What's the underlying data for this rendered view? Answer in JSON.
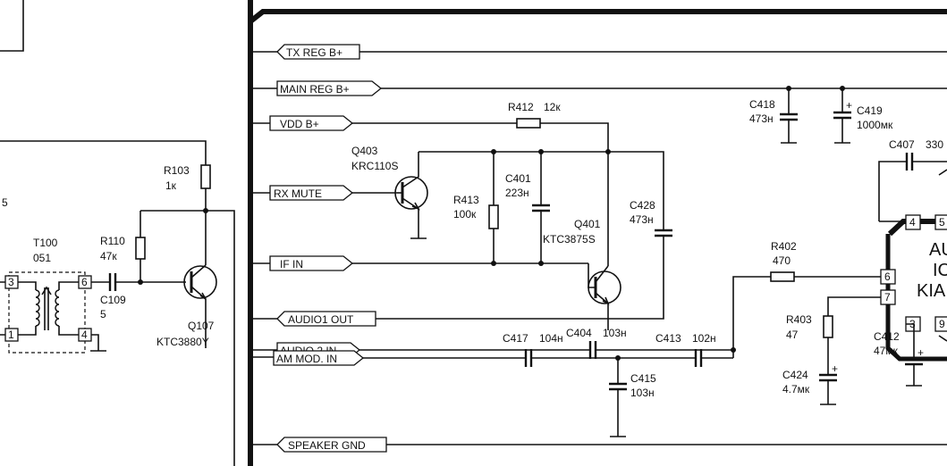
{
  "connectors": {
    "tx_reg": "TX REG B+",
    "main_reg": "MAIN REG B+",
    "vdd": "VDD B+",
    "rx_mute": "RX MUTE",
    "if_in": "IF  IN",
    "audio1_out": "AUDIO1  OUT",
    "audio2_in": "AUDIO 2 IN",
    "am_mod_in": "AM MOD. IN",
    "speaker_gnd": "SPEAKER GND"
  },
  "components": {
    "r103": {
      "ref": "R103",
      "value": "1к"
    },
    "r110": {
      "ref": "R110",
      "value": "47к"
    },
    "c109": {
      "ref": "C109",
      "value": "5"
    },
    "t100": {
      "ref": "T100",
      "value": "051"
    },
    "q107": {
      "ref": "Q107",
      "value": "KTC3880Y"
    },
    "q403": {
      "ref": "Q403",
      "value": "KRC110S"
    },
    "r413": {
      "ref": "R413",
      "value": "100к"
    },
    "c401": {
      "ref": "C401",
      "value": "223н"
    },
    "q401": {
      "ref": "Q401",
      "value": "KTC3875S"
    },
    "c428": {
      "ref": "C428",
      "value": "473н"
    },
    "r412": {
      "ref": "R412",
      "value": "12к"
    },
    "c404": {
      "ref": "C404",
      "value": "103н"
    },
    "c417": {
      "ref": "C417",
      "value": "104н"
    },
    "c413": {
      "ref": "C413",
      "value": "102н"
    },
    "c415": {
      "ref": "C415",
      "value": "103н"
    },
    "c418": {
      "ref": "C418",
      "value": "473н"
    },
    "c419": {
      "ref": "C419",
      "value": "1000мк"
    },
    "c407": {
      "ref": "C407",
      "value": "330"
    },
    "r402": {
      "ref": "R402",
      "value": "470"
    },
    "r403": {
      "ref": "R403",
      "value": "47"
    },
    "c424": {
      "ref": "C424",
      "value": "4.7мк"
    },
    "c412": {
      "ref": "C412",
      "value": "47мк"
    }
  },
  "transformer_pins": {
    "p3": "3",
    "p6": "6",
    "p1": "1",
    "p4": "4"
  },
  "ic_pins": {
    "p4": "4",
    "p5": "5",
    "p6": "6",
    "p7": "7",
    "p3": "3",
    "p9": "9"
  },
  "ic_text": {
    "line1": "AU",
    "line2": "IC",
    "line3": "KIA"
  },
  "polarity": "+",
  "edge_label": "5"
}
